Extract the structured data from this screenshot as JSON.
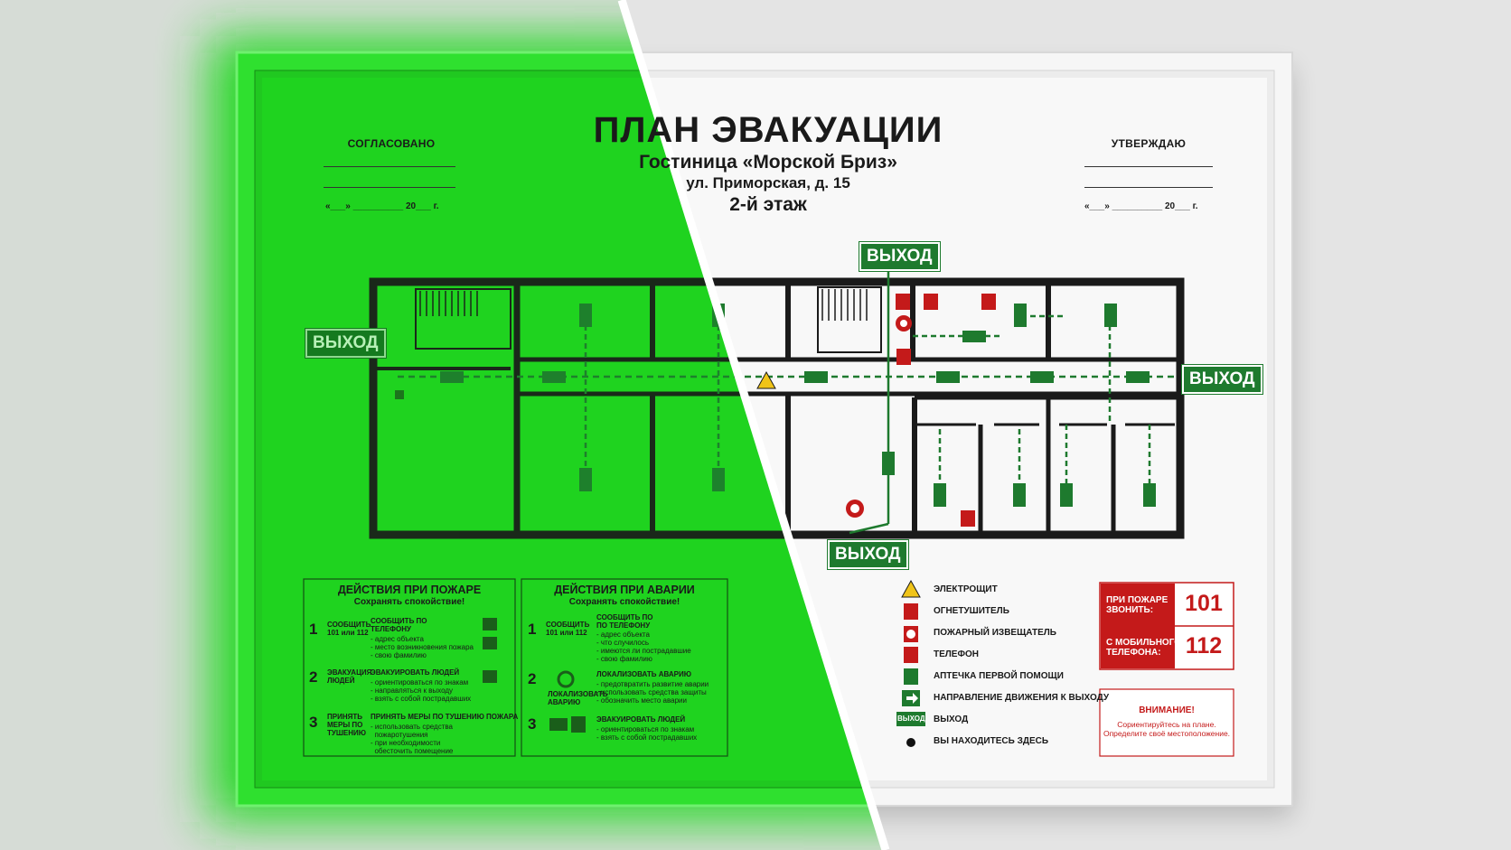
{
  "plan": {
    "title": "ПЛАН ЭВАКУАЦИИ",
    "subtitle": "Гостиница «Морской Бриз»",
    "address": "ул. Приморская, д. 15",
    "floor": "2-й этаж",
    "agreed": "СОГЛАСОВАНО",
    "approve": "УТВЕРЖДАЮ",
    "date_line": "«___» __________ 20___ г.",
    "exit_label": "ВЫХОД"
  },
  "fire_panel": {
    "title": "ДЕЙСТВИЯ ПРИ ПОЖАРЕ",
    "subtitle": "Сохранять спокойствие!",
    "steps": [
      {
        "num": "1",
        "left": "СООБЩИТЬ\n101 или 112",
        "title": "СООБЩИТЬ ПО\nТЕЛЕФОНУ",
        "lines": "- адрес объекта\n- место возникновения пожара\n- свою фамилию"
      },
      {
        "num": "2",
        "left": "ЭВАКУАЦИЯ\nЛЮДЕЙ",
        "title": "ЭВАКУИРОВАТЬ ЛЮДЕЙ",
        "lines": "- ориентироваться по знакам\n- направляться к выходу\n- взять с собой пострадавших"
      },
      {
        "num": "3",
        "left": "ПРИНЯТЬ\nМЕРЫ ПО\nТУШЕНИЮ",
        "title": "ПРИНЯТЬ МЕРЫ ПО ТУШЕНИЮ ПОЖАРА",
        "lines": "- использовать средства\n  пожаротушения\n- при необходимости\n  обесточить помещение"
      }
    ]
  },
  "accident_panel": {
    "title": "ДЕЙСТВИЯ ПРИ АВАРИИ",
    "subtitle": "Сохранять спокойствие!",
    "steps": [
      {
        "num": "1",
        "left": "СООБЩИТЬ\n101 или 112",
        "title": "СООБЩИТЬ ПО\nПО ТЕЛЕФОНУ",
        "lines": "- адрес объекта\n- что случилось\n- имеются ли пострадавшие\n- свою фамилию"
      },
      {
        "num": "2",
        "left": "ЛОКАЛИЗОВАТЬ\nАВАРИЮ",
        "title": "ЛОКАЛИЗОВАТЬ АВАРИЮ",
        "lines": "- предотвратить развитие аварии\n- использовать средства защиты\n- обозначить место аварии"
      },
      {
        "num": "3",
        "left": "",
        "title": "ЭВАКУИРОВАТЬ ЛЮДЕЙ",
        "lines": "- ориентироваться по знакам\n- взять с собой пострадавших"
      }
    ]
  },
  "legend": [
    {
      "icon": "warning-icon",
      "label": "ЭЛЕКТРОЩИТ"
    },
    {
      "icon": "extinguisher-icon",
      "label": "ОГНЕТУШИТЕЛЬ"
    },
    {
      "icon": "fire-detector-icon",
      "label": "ПОЖАРНЫЙ ИЗВЕЩАТЕЛЬ"
    },
    {
      "icon": "phone-icon",
      "label": "ТЕЛЕФОН"
    },
    {
      "icon": "first-aid-icon",
      "label": "АПТЕЧКА ПЕРВОЙ ПОМОЩИ"
    },
    {
      "icon": "arrow-right-icon",
      "label": "НАПРАВЛЕНИЕ ДВИЖЕНИЯ К ВЫХОДУ"
    },
    {
      "icon": "exit-sign-icon",
      "label": "ВЫХОД"
    },
    {
      "icon": "you-are-here-icon",
      "label": "ВЫ НАХОДИТЕСЬ ЗДЕСЬ"
    }
  ],
  "phones": {
    "fire_label": "ПРИ ПОЖАРЕ\nЗВОНИТЬ:",
    "fire_number": "101",
    "mobile_label": "С МОБИЛЬНОГО\nТЕЛЕФОНА:",
    "mobile_number": "112"
  },
  "warning": {
    "title": "ВНИМАНИЕ!",
    "text": "Сориентируйтесь на плане.\nОпределите своё местоположение."
  },
  "colors": {
    "glow_green": "#22d822",
    "exit_green": "#1e7a2e",
    "alert_red": "#c41a1a",
    "frame_white": "#f4f4f4"
  }
}
